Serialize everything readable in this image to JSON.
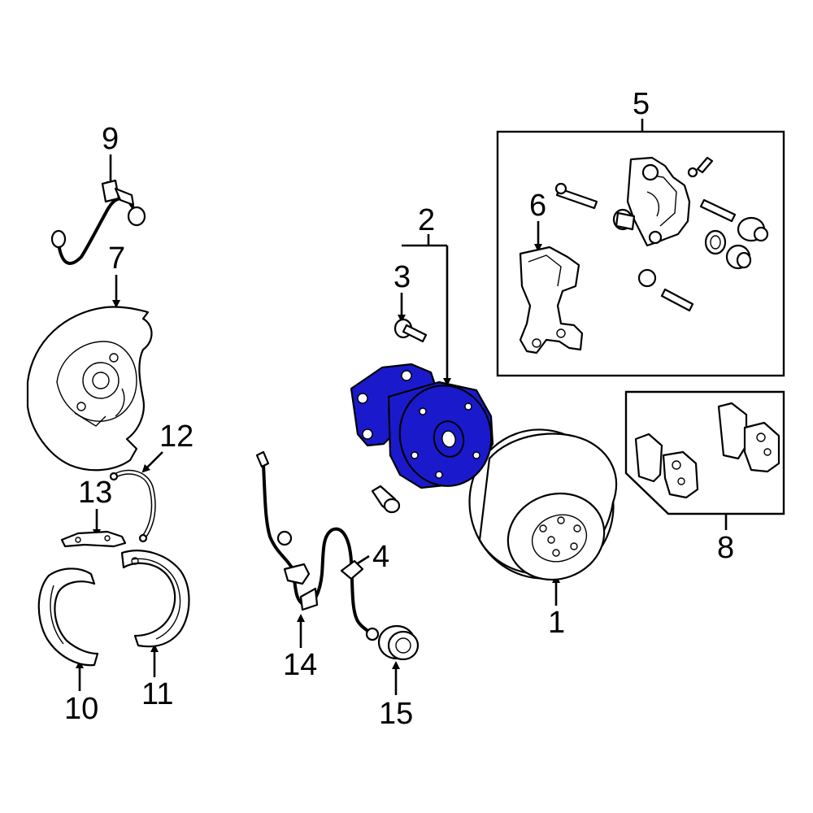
{
  "diagram": {
    "highlight_color": "#1a1acc",
    "callouts": [
      {
        "id": "1",
        "text": "1"
      },
      {
        "id": "2",
        "text": "2"
      },
      {
        "id": "3",
        "text": "3"
      },
      {
        "id": "4",
        "text": "4"
      },
      {
        "id": "5",
        "text": "5"
      },
      {
        "id": "6",
        "text": "6"
      },
      {
        "id": "7",
        "text": "7"
      },
      {
        "id": "8",
        "text": "8"
      },
      {
        "id": "9",
        "text": "9"
      },
      {
        "id": "10",
        "text": "10"
      },
      {
        "id": "11",
        "text": "11"
      },
      {
        "id": "12",
        "text": "12"
      },
      {
        "id": "13",
        "text": "13"
      },
      {
        "id": "14",
        "text": "14"
      },
      {
        "id": "15",
        "text": "15"
      }
    ],
    "highlighted_part": "2"
  }
}
